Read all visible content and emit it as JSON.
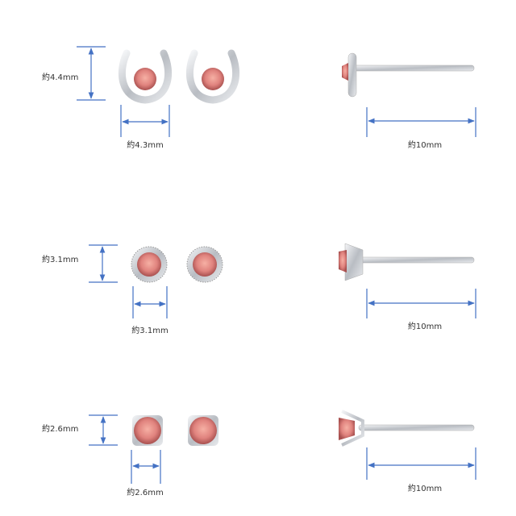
{
  "colors": {
    "dimension": "#4472c4",
    "metal": "#c9ccd1",
    "stone": "#e0837e"
  },
  "rows": [
    {
      "name": "horseshoe",
      "height_label": "約4.4mm",
      "width_label": "約4.3mm",
      "length_label": "約10mm"
    },
    {
      "name": "round-milgrain",
      "height_label": "約3.1mm",
      "width_label": "約3.1mm",
      "length_label": "約10mm"
    },
    {
      "name": "four-prong",
      "height_label": "約2.6mm",
      "width_label": "約2.6mm",
      "length_label": "約10mm"
    }
  ]
}
